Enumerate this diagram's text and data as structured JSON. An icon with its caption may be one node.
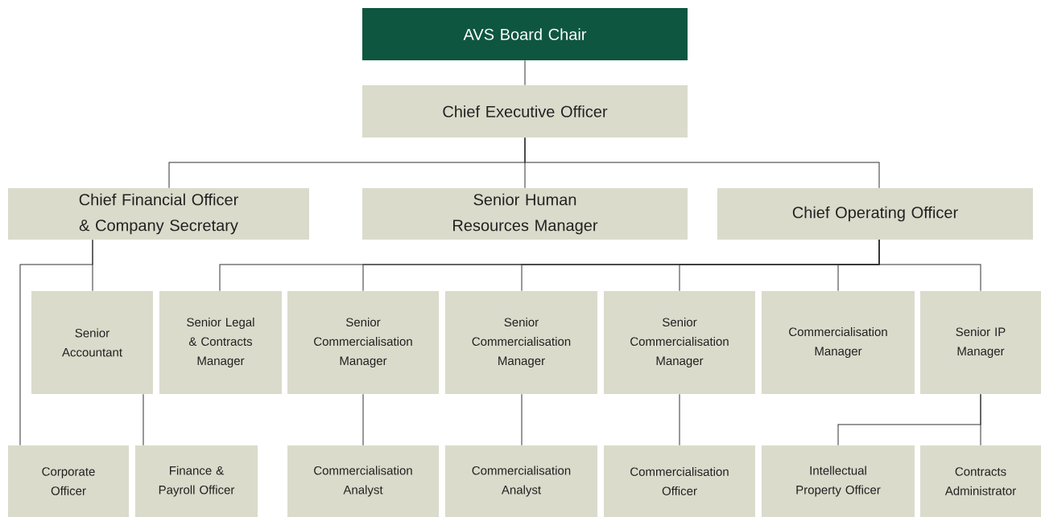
{
  "diagram": {
    "nodes": [
      {
        "text": [
          "AVS Board Chair"
        ]
      },
      {
        "text": [
          "Chief Executive Officer"
        ]
      },
      {
        "text": [
          "Chief Financial Officer & Company Secretary"
        ]
      },
      {
        "text": [
          "Senior Human Resources Manager"
        ]
      },
      {
        "text": [
          "Chief Operating Officer"
        ]
      },
      {
        "text": [
          "Senior Accountant"
        ]
      },
      {
        "text": [
          "Senior Legal & Contracts Manager"
        ]
      },
      {
        "text": [
          "Senior Commercialisation Manager"
        ]
      },
      {
        "text": [
          "Senior Commercialisation Manager"
        ]
      },
      {
        "text": [
          "Senior Commercialisation Manager"
        ]
      },
      {
        "text": [
          "Commercialisation Manager"
        ]
      },
      {
        "text": [
          "Senior IP Manager"
        ]
      },
      {
        "text": [
          "Corporate Officer"
        ]
      },
      {
        "text": [
          "Finance & Payroll Officer"
        ]
      },
      {
        "text": [
          "Commercialisation Analyst"
        ]
      },
      {
        "text": [
          "Commercialisation Analyst"
        ]
      },
      {
        "text": [
          "Commercialisation Officer"
        ]
      },
      {
        "text": [
          "Intellectual Property Officer"
        ]
      },
      {
        "text": [
          "Contracts Administrator"
        ]
      }
    ],
    "edges": [
      {
        "from": 0,
        "to": 1,
        "arrow": "none"
      },
      {
        "from": 1,
        "to": 2,
        "arrow": "none"
      },
      {
        "from": 1,
        "to": 3,
        "arrow": "none"
      },
      {
        "from": 1,
        "to": 4,
        "arrow": "none"
      },
      {
        "from": 2,
        "to": 5,
        "arrow": "none"
      },
      {
        "from": 2,
        "to": 12,
        "arrow": "none"
      },
      {
        "from": 5,
        "to": 13,
        "arrow": "none"
      },
      {
        "from": 4,
        "to": 6,
        "arrow": "none"
      },
      {
        "from": 4,
        "to": 7,
        "arrow": "none"
      },
      {
        "from": 4,
        "to": 8,
        "arrow": "none"
      },
      {
        "from": 4,
        "to": 9,
        "arrow": "none"
      },
      {
        "from": 4,
        "to": 10,
        "arrow": "none"
      },
      {
        "from": 4,
        "to": 11,
        "arrow": "none"
      },
      {
        "from": 7,
        "to": 14,
        "arrow": "none"
      },
      {
        "from": 8,
        "to": 15,
        "arrow": "none"
      },
      {
        "from": 9,
        "to": 16,
        "arrow": "none"
      },
      {
        "from": 11,
        "to": 17,
        "arrow": "none"
      },
      {
        "from": 11,
        "to": 18,
        "arrow": "none"
      }
    ]
  }
}
